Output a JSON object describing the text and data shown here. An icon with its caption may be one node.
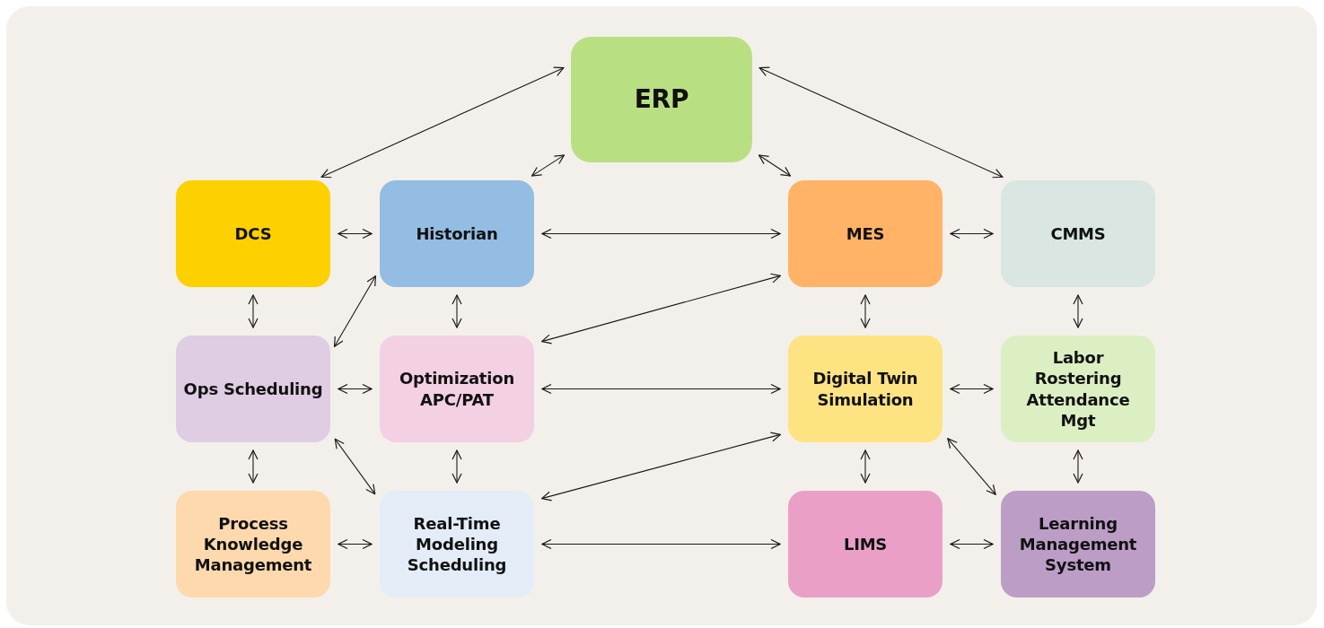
{
  "diagram": {
    "nodes": [
      {
        "text": [
          "ERP"
        ]
      },
      {
        "text": [
          "DCS"
        ]
      },
      {
        "text": [
          "Historian"
        ]
      },
      {
        "text": [
          "MES"
        ]
      },
      {
        "text": [
          "CMMS"
        ]
      },
      {
        "text": [
          "Ops Scheduling"
        ]
      },
      {
        "text": [
          "Optimization APC/PAT"
        ]
      },
      {
        "text": [
          "Digital Twin Simulation"
        ]
      },
      {
        "text": [
          "Labor Rostering Attendance Mgt"
        ]
      },
      {
        "text": [
          "Process Knowledge Management"
        ]
      },
      {
        "text": [
          "Real-Time Modeling Scheduling"
        ]
      },
      {
        "text": [
          "LIMS"
        ]
      },
      {
        "text": [
          "Learning Management System"
        ]
      }
    ],
    "edges": [
      {
        "from": 0,
        "to": 1,
        "arrow": "both"
      },
      {
        "from": 0,
        "to": 2,
        "arrow": "both"
      },
      {
        "from": 0,
        "to": 3,
        "arrow": "both"
      },
      {
        "from": 0,
        "to": 4,
        "arrow": "both"
      },
      {
        "from": 1,
        "to": 2,
        "arrow": "both"
      },
      {
        "from": 2,
        "to": 3,
        "arrow": "both"
      },
      {
        "from": 3,
        "to": 4,
        "arrow": "both"
      },
      {
        "from": 1,
        "to": 5,
        "arrow": "both"
      },
      {
        "from": 2,
        "to": 5,
        "arrow": "both"
      },
      {
        "from": 2,
        "to": 6,
        "arrow": "both"
      },
      {
        "from": 3,
        "to": 6,
        "arrow": "both"
      },
      {
        "from": 3,
        "to": 7,
        "arrow": "both"
      },
      {
        "from": 4,
        "to": 8,
        "arrow": "both"
      },
      {
        "from": 5,
        "to": 6,
        "arrow": "both"
      },
      {
        "from": 6,
        "to": 7,
        "arrow": "both"
      },
      {
        "from": 7,
        "to": 8,
        "arrow": "both"
      },
      {
        "from": 5,
        "to": 9,
        "arrow": "both"
      },
      {
        "from": 5,
        "to": 10,
        "arrow": "both"
      },
      {
        "from": 6,
        "to": 10,
        "arrow": "both"
      },
      {
        "from": 7,
        "to": 10,
        "arrow": "both"
      },
      {
        "from": 7,
        "to": 11,
        "arrow": "both"
      },
      {
        "from": 7,
        "to": 12,
        "arrow": "both"
      },
      {
        "from": 8,
        "to": 12,
        "arrow": "both"
      },
      {
        "from": 9,
        "to": 10,
        "arrow": "both"
      },
      {
        "from": 10,
        "to": 11,
        "arrow": "both"
      },
      {
        "from": 11,
        "to": 12,
        "arrow": "both"
      }
    ]
  }
}
